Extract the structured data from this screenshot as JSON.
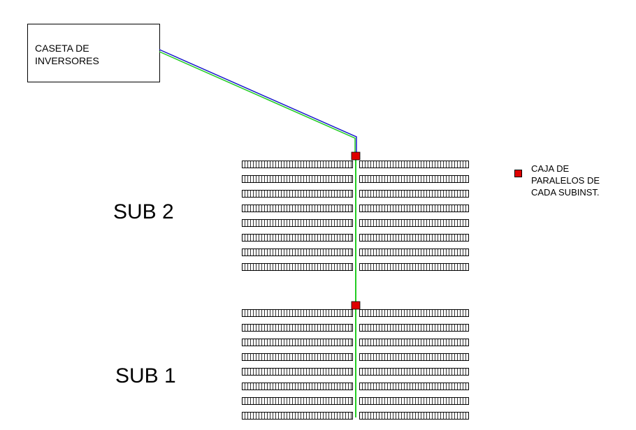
{
  "inverter_house": {
    "line1": "CASETA DE",
    "line2": "INVERSORES"
  },
  "subinstallations": [
    {
      "label": "SUB 2",
      "rows": 8
    },
    {
      "label": "SUB 1",
      "rows": 8
    }
  ],
  "legend": {
    "line1": "CAJA DE",
    "line2": "PARALELOS DE",
    "line3": "CADA SUBINST."
  },
  "colors": {
    "background": "#ffffff",
    "panel_outline": "#000000",
    "cable_green": "#22cc22",
    "cable_blue": "#1a1acc",
    "combiner_box": "#e00000"
  }
}
